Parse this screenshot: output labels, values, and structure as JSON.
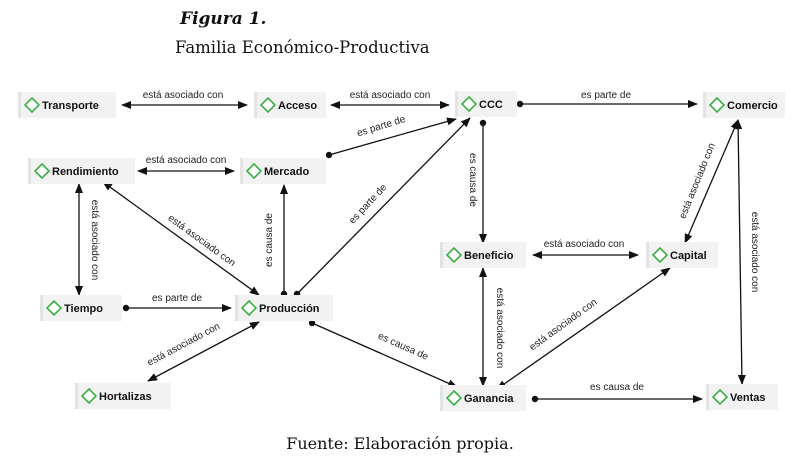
{
  "caption": {
    "title": "Figura 1.",
    "subtitle": "Familia Económico-Productiva",
    "source": "Fuente: Elaboración propia."
  },
  "colors": {
    "diamond": "#3fae49",
    "node_fill": "#f2f2f2",
    "edge": "#111111"
  },
  "nodes": [
    {
      "id": "transporte",
      "label": "Transporte"
    },
    {
      "id": "acceso",
      "label": "Acceso"
    },
    {
      "id": "ccc",
      "label": "CCC"
    },
    {
      "id": "comercio",
      "label": "Comercio"
    },
    {
      "id": "rendimiento",
      "label": "Rendimiento"
    },
    {
      "id": "mercado",
      "label": "Mercado"
    },
    {
      "id": "beneficio",
      "label": "Beneficio"
    },
    {
      "id": "capital",
      "label": "Capital"
    },
    {
      "id": "tiempo",
      "label": "Tiempo"
    },
    {
      "id": "produccion",
      "label": "Producción"
    },
    {
      "id": "hortalizas",
      "label": "Hortalizas"
    },
    {
      "id": "ganancia",
      "label": "Ganancia"
    },
    {
      "id": "ventas",
      "label": "Ventas"
    }
  ],
  "edges": [
    {
      "from": "transporte",
      "to": "acceso",
      "label": "está asociado con",
      "style": "both"
    },
    {
      "from": "acceso",
      "to": "ccc",
      "label": "está asociado con",
      "style": "both"
    },
    {
      "from": "ccc",
      "to": "comercio",
      "label": "es parte de",
      "style": "dot"
    },
    {
      "from": "mercado",
      "to": "ccc",
      "label": "es parte de",
      "style": "dot"
    },
    {
      "from": "rendimiento",
      "to": "mercado",
      "label": "está asociado con",
      "style": "both"
    },
    {
      "from": "produccion",
      "to": "ccc",
      "label": "es parte de",
      "style": "dot"
    },
    {
      "from": "produccion",
      "to": "mercado",
      "label": "es causa de",
      "style": "dot"
    },
    {
      "from": "rendimiento",
      "to": "produccion",
      "label": "está asociado con",
      "style": "both"
    },
    {
      "from": "rendimiento",
      "to": "tiempo",
      "label": "está asociado con",
      "style": "both"
    },
    {
      "from": "tiempo",
      "to": "produccion",
      "label": "es parte de",
      "style": "dot"
    },
    {
      "from": "hortalizas",
      "to": "produccion",
      "label": "está asociado con",
      "style": "both"
    },
    {
      "from": "produccion",
      "to": "ganancia",
      "label": "es causa de",
      "style": "dot"
    },
    {
      "from": "ccc",
      "to": "beneficio",
      "label": "es causa de",
      "style": "dot"
    },
    {
      "from": "beneficio",
      "to": "capital",
      "label": "está asociado con",
      "style": "both"
    },
    {
      "from": "beneficio",
      "to": "ganancia",
      "label": "está asociado con",
      "style": "both"
    },
    {
      "from": "ganancia",
      "to": "capital",
      "label": "está asociado con",
      "style": "both"
    },
    {
      "from": "comercio",
      "to": "capital",
      "label": "está asociado con",
      "style": "both"
    },
    {
      "from": "comercio",
      "to": "ventas",
      "label": "está asociado con",
      "style": "both"
    },
    {
      "from": "ganancia",
      "to": "ventas",
      "label": "es causa de",
      "style": "dot"
    }
  ]
}
